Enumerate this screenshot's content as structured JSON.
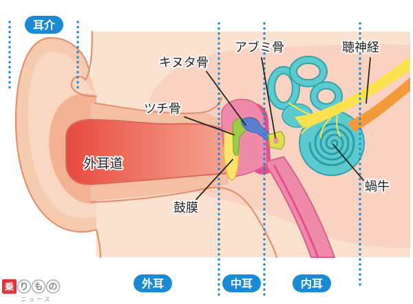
{
  "diagram": {
    "labels": {
      "auricle": "耳介",
      "ear_canal": "外耳道",
      "incus": "キヌタ骨",
      "malleus": "ツチ骨",
      "stapes": "アブミ骨",
      "auditory_nerve": "聴神経",
      "cochlea": "蝸牛",
      "eardrum": "鼓膜"
    },
    "regions": {
      "outer_ear": "外耳",
      "middle_ear": "中耳",
      "inner_ear": "内耳"
    }
  },
  "logo": {
    "chars": [
      "乗",
      "り",
      "も",
      "の"
    ],
    "sub": "ニュース"
  },
  "colors": {
    "region_blue": "#1a8ad4",
    "ear_canal": "#ee6e5f",
    "middle_ear": "#f08aaa",
    "eardrum": "#fde36a",
    "cochlea": "#4bbfc4",
    "nerve_yellow": "#fde250",
    "nerve_orange": "#f39a3b",
    "logo_red": "#e0353b"
  }
}
